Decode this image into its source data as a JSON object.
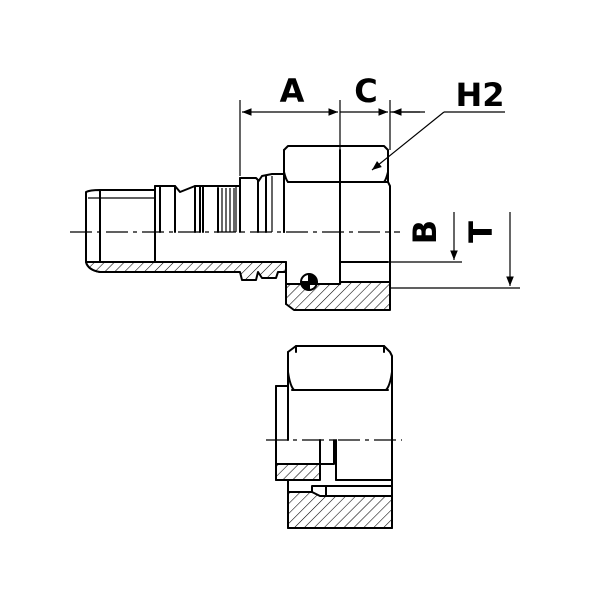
{
  "drawing": {
    "labels": {
      "A": "A",
      "C": "C",
      "H2": "H2",
      "B": "B",
      "T": "T"
    },
    "views": [
      "side-section-view",
      "end-section-view"
    ]
  }
}
